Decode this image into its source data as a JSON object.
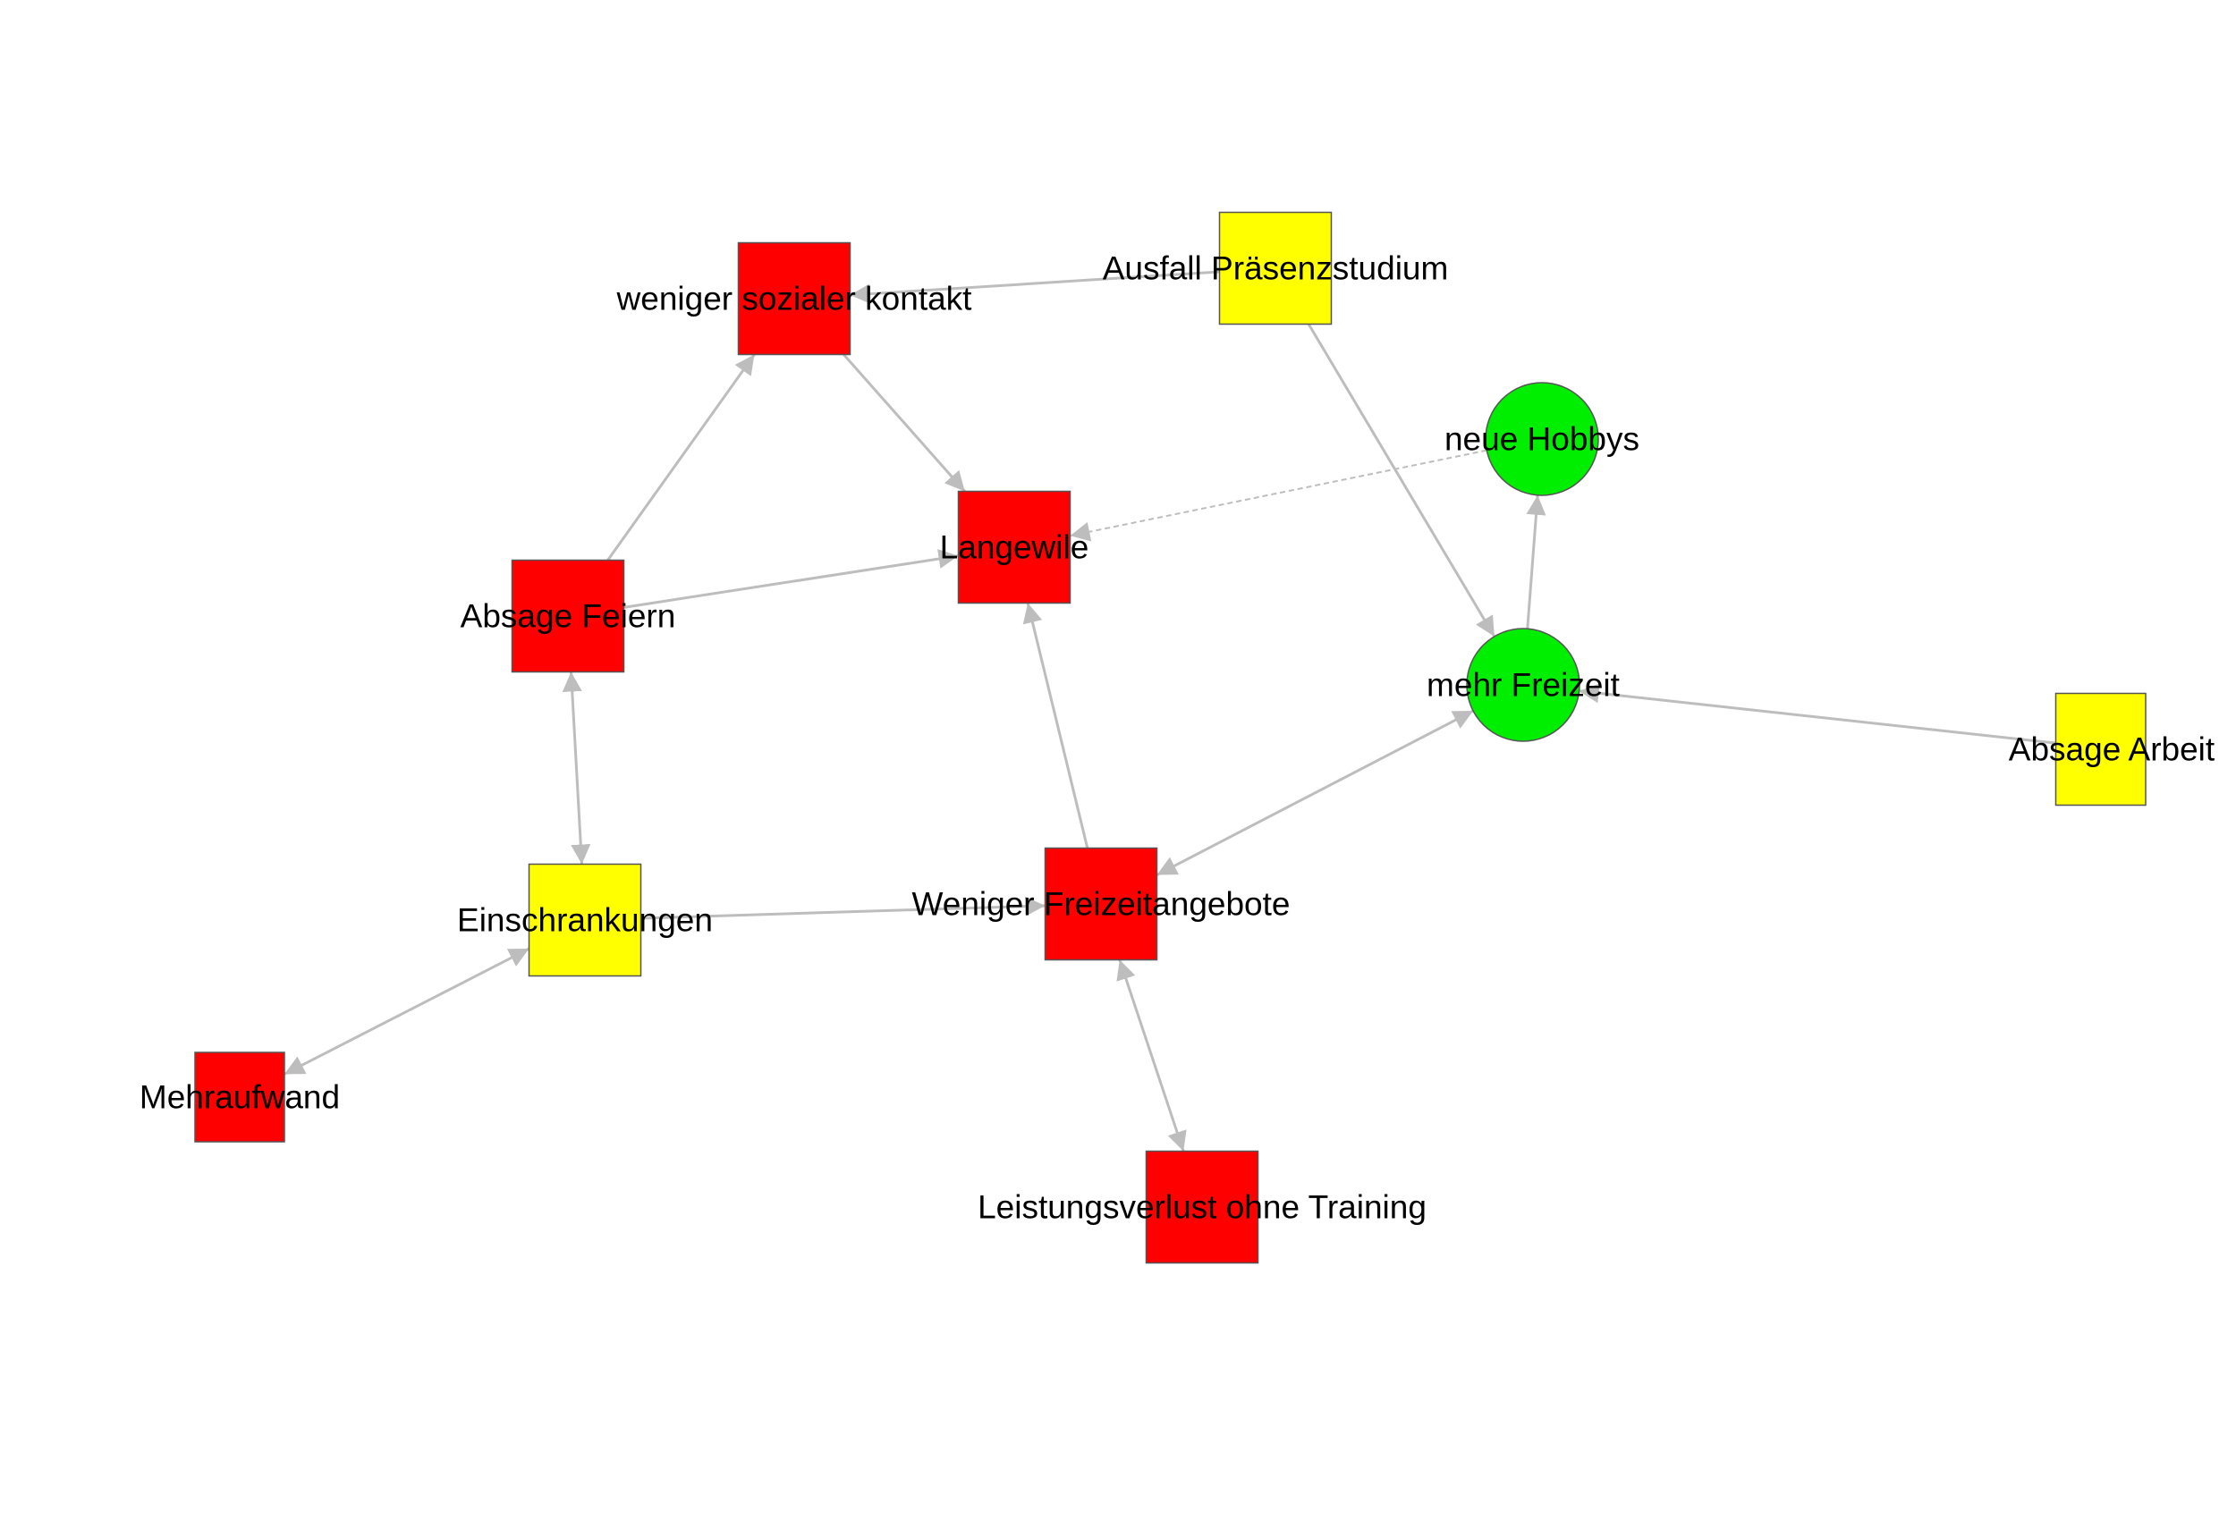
{
  "colors": {
    "red_node": "#ff0000",
    "yellow_node": "#ffff00",
    "green_node": "#00ee00",
    "edge": "#bdbdbd",
    "background": "#ffffff"
  },
  "nodes": [
    {
      "id": "weniger_sozialer_kontakt",
      "label": "weniger sozialer kontakt",
      "shape": "square",
      "color": "red"
    },
    {
      "id": "ausfall_praesenzstudium",
      "label": "Ausfall Präsenzstudium",
      "shape": "square",
      "color": "yellow"
    },
    {
      "id": "neue_hobbys",
      "label": "neue Hobbys",
      "shape": "circle",
      "color": "green"
    },
    {
      "id": "langewile",
      "label": "Langewile",
      "shape": "square",
      "color": "red"
    },
    {
      "id": "absage_feiern",
      "label": "Absage Feiern",
      "shape": "square",
      "color": "red"
    },
    {
      "id": "mehr_freizeit",
      "label": "mehr Freizeit",
      "shape": "circle",
      "color": "green"
    },
    {
      "id": "absage_arbeit",
      "label": "Absage Arbeit",
      "shape": "square",
      "color": "yellow"
    },
    {
      "id": "einschrankungen",
      "label": "Einschrankungen",
      "shape": "square",
      "color": "yellow"
    },
    {
      "id": "weniger_freizeitangebote",
      "label": "Weniger Freizeitangebote",
      "shape": "square",
      "color": "red"
    },
    {
      "id": "mehraufwand",
      "label": "Mehraufwand",
      "shape": "square",
      "color": "red"
    },
    {
      "id": "leistungsverlust",
      "label": "Leistungsverlust ohne Training",
      "shape": "square",
      "color": "red"
    }
  ],
  "edges": [
    {
      "from": "ausfall_praesenzstudium",
      "to": "weniger_sozialer_kontakt",
      "style": "solid"
    },
    {
      "from": "ausfall_praesenzstudium",
      "to": "mehr_freizeit",
      "style": "solid"
    },
    {
      "from": "weniger_sozialer_kontakt",
      "to": "langewile",
      "style": "solid"
    },
    {
      "from": "absage_feiern",
      "to": "weniger_sozialer_kontakt",
      "style": "solid"
    },
    {
      "from": "absage_feiern",
      "to": "langewile",
      "style": "solid"
    },
    {
      "from": "neue_hobbys",
      "to": "langewile",
      "style": "dashed"
    },
    {
      "from": "mehr_freizeit",
      "to": "neue_hobbys",
      "style": "solid"
    },
    {
      "from": "absage_arbeit",
      "to": "mehr_freizeit",
      "style": "solid"
    },
    {
      "from": "mehr_freizeit",
      "to": "weniger_freizeitangebote",
      "style": "solid",
      "both": true
    },
    {
      "from": "weniger_freizeitangebote",
      "to": "langewile",
      "style": "solid"
    },
    {
      "from": "einschrankungen",
      "to": "weniger_freizeitangebote",
      "style": "solid"
    },
    {
      "from": "einschrankungen",
      "to": "absage_feiern",
      "style": "solid",
      "both": true
    },
    {
      "from": "mehraufwand",
      "to": "einschrankungen",
      "style": "solid",
      "both": true
    },
    {
      "from": "weniger_freizeitangebote",
      "to": "leistungsverlust",
      "style": "solid",
      "both": true
    }
  ]
}
